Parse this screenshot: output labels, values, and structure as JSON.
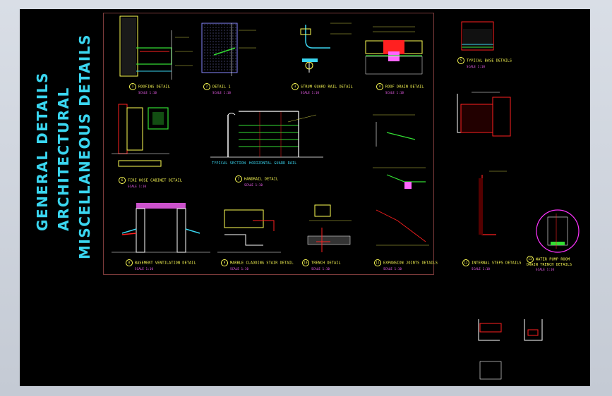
{
  "title": {
    "lines": [
      "GENERAL DETAILS",
      "ARCHITECTURAL",
      "MISCELLANEOUS DETAILS"
    ],
    "color": "#3ad6f0"
  },
  "colors": {
    "background": "#000000",
    "frame": "#7a3a3a",
    "label": "#ffff55",
    "cyan": "#3ad6f0",
    "green": "#33dd33",
    "red": "#ff2020",
    "magenta": "#ff33ff"
  },
  "details": [
    {
      "num": "1",
      "name": "ROOFING DETAIL",
      "scale": "SCALE 1:10"
    },
    {
      "num": "2",
      "name": "DETAIL 1",
      "scale": "SCALE 1:10"
    },
    {
      "num": "3",
      "name": "STRUM GUARD RAIL DETAIL",
      "scale": "SCALE 1:10"
    },
    {
      "num": "4",
      "name": "ROOF DRAIN DETAIL",
      "scale": "SCALE 1:10"
    },
    {
      "num": "5",
      "name": "TYPICAL BASE DETAILS",
      "scale": "SCALE 1:10"
    },
    {
      "num": "6",
      "name": "FIRE HOSE CABINET DETAIL",
      "scale": "SCALE 1:10"
    },
    {
      "num": "7",
      "name": "HANDRAIL DETAIL",
      "scale": "SCALE 1:10"
    },
    {
      "num": "8",
      "name": "BASEMENT VENTILATION DETAIL",
      "scale": "SCALE 1:10"
    },
    {
      "num": "9",
      "name": "MARBLE CLADDING STAIR DETAIL",
      "scale": "SCALE 1:10"
    },
    {
      "num": "10",
      "name": "TRENCH DETAIL",
      "scale": "SCALE 1:10"
    },
    {
      "num": "11",
      "name": "EXPANSION JOINTS DETAILS",
      "scale": "SCALE 1:10"
    },
    {
      "num": "12",
      "name": "INTERNAL STEPS DETAILS",
      "scale": "SCALE 1:10"
    },
    {
      "num": "13",
      "name": "WATER PUMP ROOM DRAIN TRENCH DETAILS",
      "scale": "SCALE 1:10"
    }
  ],
  "handrail": {
    "section_label": "TYPICAL SECTION",
    "elevation_label": "HORIZONTAL GUARD RAIL"
  }
}
